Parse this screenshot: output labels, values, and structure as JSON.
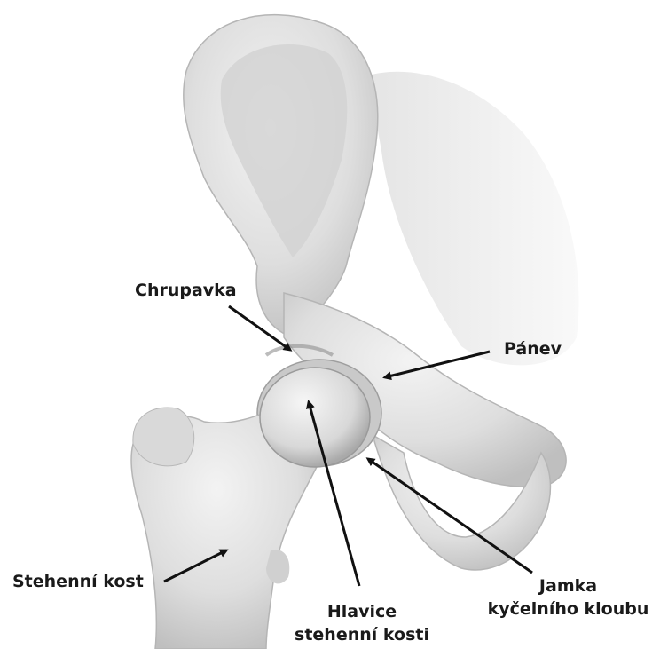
{
  "labels": {
    "chrupavka": "Chrupavka",
    "panev": "Pánev",
    "stehenni_kost": "Stehenní kost",
    "hlavice_line1": "Hlavice",
    "hlavice_line2": "stehenní kosti",
    "jamka_line1": "Jamka",
    "jamka_line2": "kyčelního kloubu"
  },
  "colors": {
    "bone": "#e4e4e4",
    "bone_shadow": "#b9b9b9",
    "text": "#1a1a1a",
    "arrow": "#111111"
  }
}
